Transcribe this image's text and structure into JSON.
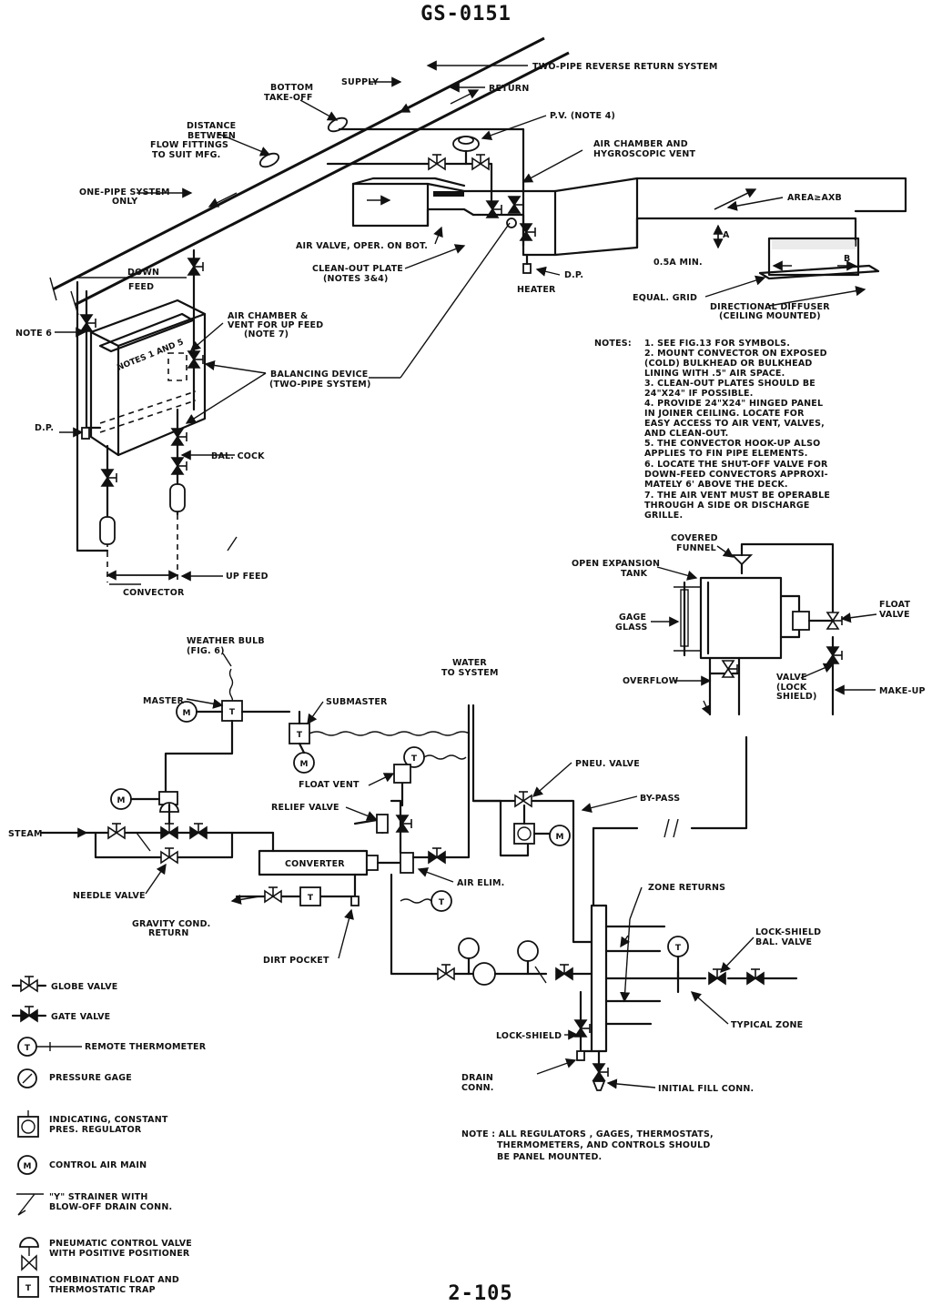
{
  "header": {
    "doc_id": "GS-0151"
  },
  "footer": {
    "page_number": "2-105"
  },
  "convector_diagram": {
    "labels": {
      "two_pipe": "TWO-PIPE REVERSE RETURN SYSTEM",
      "supply": "SUPPLY",
      "return": "RETURN",
      "bottom_takeoff_1": "BOTTOM",
      "bottom_takeoff_2": "TAKE-OFF",
      "distance_1": "DISTANCE",
      "distance_2": "BETWEEN",
      "distance_3": "FLOW FITTINGS",
      "distance_4": "TO SUIT MFG.",
      "one_pipe_1": "ONE-PIPE SYSTEM",
      "one_pipe_2": "ONLY",
      "pv": "P.V. (NOTE 4)",
      "air_chamber_1": "AIR CHAMBER AND",
      "air_chamber_2": "HYGROSCOPIC VENT",
      "area": "AREA≥AXB",
      "air_valve": "AIR VALVE, OPER. ON BOT.",
      "cleanout_1": "CLEAN-OUT PLATE",
      "cleanout_2": "(NOTES 3&4)",
      "dp_heater": "D.P.",
      "heater": "HEATER",
      "half_a": "0.5A MIN.",
      "dim_a": "A",
      "dim_b": "B",
      "equal_grid": "EQUAL. GRID",
      "diffuser_1": "DIRECTIONAL DIFFUSER",
      "diffuser_2": "(CEILING MOUNTED)",
      "down_feed_1": "DOWN",
      "down_feed_2": "FEED",
      "note6": "NOTE 6",
      "air_chamber_up_1": "AIR CHAMBER &",
      "air_chamber_up_2": "VENT FOR UP FEED",
      "air_chamber_up_3": "(NOTE 7)",
      "notes_box": "NOTES 1 AND 5",
      "balancing_1": "BALANCING DEVICE",
      "balancing_2": "(TWO-PIPE SYSTEM)",
      "dp_conv": "D.P.",
      "bal_cock": "BAL. COCK",
      "up_feed": "UP FEED",
      "convector": "CONVECTOR"
    }
  },
  "notes": {
    "heading": "NOTES:",
    "lines": [
      "1.  SEE FIG.13 FOR SYMBOLS.",
      "2.  MOUNT CONVECTOR ON EXPOSED",
      "     (COLD) BULKHEAD OR BULKHEAD",
      "     LINING WITH .5\" AIR SPACE.",
      "3.  CLEAN-OUT PLATES SHOULD BE",
      "     24\"X24\" IF POSSIBLE.",
      "4.  PROVIDE 24\"X24\" HINGED PANEL",
      "     IN JOINER CEILING. LOCATE FOR",
      "     EASY ACCESS TO AIR VENT, VALVES,",
      "     AND CLEAN-OUT.",
      "5.  THE CONVECTOR HOOK-UP ALSO",
      "     APPLIES TO FIN PIPE ELEMENTS.",
      "6.  LOCATE THE SHUT-OFF VALVE FOR",
      "     DOWN-FEED CONVECTORS APPROXI-",
      "     MATELY 6' ABOVE THE DECK.",
      "7.  THE AIR VENT MUST BE OPERABLE",
      "     THROUGH A SIDE OR DISCHARGE",
      "     GRILLE."
    ]
  },
  "expansion_tank": {
    "covered_1": "COVERED",
    "covered_2": "FUNNEL",
    "open_1": "OPEN EXPANSION",
    "open_2": "TANK",
    "gage_1": "GAGE",
    "gage_2": "GLASS",
    "float_1": "FLOAT",
    "float_2": "VALVE",
    "overflow": "OVERFLOW",
    "valve_1": "VALVE",
    "valve_2": "(LOCK",
    "valve_3": "SHIELD)",
    "makeup": "MAKE-UP"
  },
  "converter_diagram": {
    "weather_1": "WEATHER BULB",
    "weather_2": "(FIG. 6)",
    "water_1": "WATER",
    "water_2": "TO SYSTEM",
    "master": "MASTER",
    "submaster": "SUBMASTER",
    "m": "M",
    "t": "T",
    "float_vent": "FLOAT VENT",
    "relief_valve": "RELIEF VALVE",
    "pneu_valve": "PNEU. VALVE",
    "by_pass": "BY-PASS",
    "steam": "STEAM",
    "converter": "CONVERTER",
    "needle_valve": "NEEDLE VALVE",
    "air_elim": "AIR ELIM.",
    "zone_returns": "ZONE RETURNS",
    "gravity_1": "GRAVITY COND.",
    "gravity_2": "RETURN",
    "dirt_pocket": "DIRT POCKET",
    "lock_shield_bal_1": "LOCK-SHIELD",
    "lock_shield_bal_2": "BAL. VALVE",
    "typical_zone": "TYPICAL ZONE",
    "lock_shield": "LOCK-SHIELD",
    "drain_1": "DRAIN",
    "drain_2": "CONN.",
    "initial_fill": "INITIAL FILL CONN."
  },
  "legend": {
    "globe_valve": "GLOBE VALVE",
    "gate_valve": "GATE VALVE",
    "remote_thermometer": "REMOTE THERMOMETER",
    "pressure_gage": "PRESSURE GAGE",
    "indicating_1": "INDICATING, CONSTANT",
    "indicating_2": "PRES. REGULATOR",
    "control_air": "CONTROL AIR MAIN",
    "y_strainer_1": "\"Y\" STRAINER WITH",
    "y_strainer_2": "BLOW-OFF DRAIN CONN.",
    "pneumatic_1": "PNEUMATIC CONTROL VALVE",
    "pneumatic_2": "WITH POSITIVE POSITIONER",
    "combination_1": "COMBINATION FLOAT AND",
    "combination_2": "THERMOSTATIC TRAP"
  },
  "bottom_note": {
    "line1": "NOTE : ALL REGULATORS , GAGES, THERMOSTATS,",
    "line2": "THERMOMETERS, AND CONTROLS SHOULD",
    "line3": "BE PANEL MOUNTED."
  }
}
